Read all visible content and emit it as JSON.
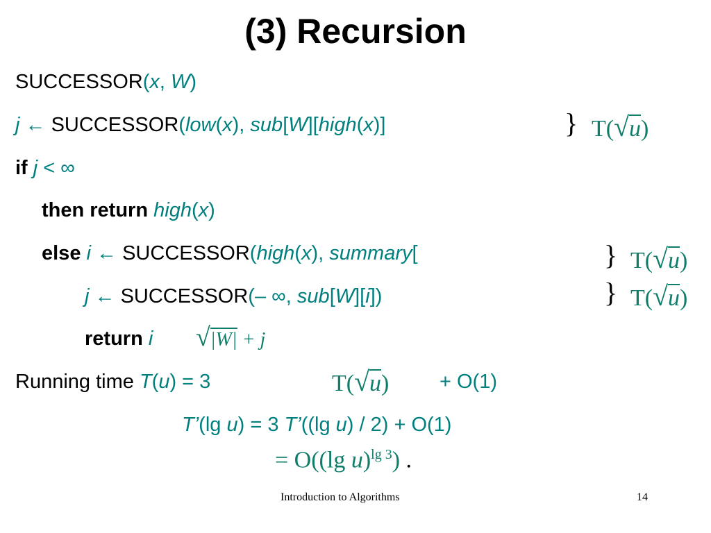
{
  "slide": {
    "title": "(3) Recursion",
    "lines": {
      "l1": {
        "name": "SUCCESSOR",
        "open": "(",
        "x": "x",
        "comma": ",",
        "W": "W",
        "close": ")"
      },
      "l2": {
        "j": "j",
        "arrow": "←",
        "name": "SUCCESSOR",
        "open": "(",
        "low": "low",
        "p1": "(",
        "x": "x",
        "p2": "),",
        "sub": "sub",
        "b1": "[",
        "W": "W",
        "b2": "][",
        "high": "high",
        "p3": "(",
        "x2": "x",
        "p4": ")]"
      },
      "l3": {
        "if": "if",
        "j": "j",
        "lt": " < ∞"
      },
      "l4": {
        "kw": "then return",
        "high": "high",
        "open": "(",
        "x": "x",
        "close": ")"
      },
      "l5": {
        "kw": "else",
        "i": "i",
        "arrow": "←",
        "name": "SUCCESSOR",
        "open": "(",
        "high": "high",
        "p1": "(",
        "x": "x",
        "p2": "),",
        "summary": "summary",
        "b": "["
      },
      "l6": {
        "j": "j",
        "arrow": "←",
        "name": "SUCCESSOR",
        "arg": "(– ∞,",
        "sub": "sub",
        "b1": "[",
        "W": "W",
        "b2": "][",
        "i": "i",
        "b3": "])"
      },
      "l7": {
        "kw": "return",
        "i": "i"
      },
      "l8": {
        "text": "Running time",
        "T": "T",
        "open": "(",
        "u": "u",
        "rest": ") = 3",
        "plus": "+ O(1)"
      },
      "l9": {
        "T": "T’",
        "a": "(lg",
        "u": "u",
        "b": ") = 3",
        "T2": "T’",
        "c": "((lg",
        "u2": "u",
        "d": ") / 2) + O(1)"
      }
    },
    "handwritten": {
      "t_sqrt_u": {
        "T": "T(",
        "radical": "√",
        "u": "u",
        "close": ")"
      },
      "sqrt_w": {
        "radical": "√",
        "W": "|W|",
        "plus": "+ j"
      },
      "big_o": {
        "eq": "= O",
        "inner": "((lg",
        "u": "u",
        "close": ")",
        "exp": "lg 3",
        "end": ")",
        "dot": "."
      },
      "brace": "}"
    }
  },
  "footer": {
    "text": "Introduction to Algorithms",
    "page": "14"
  }
}
